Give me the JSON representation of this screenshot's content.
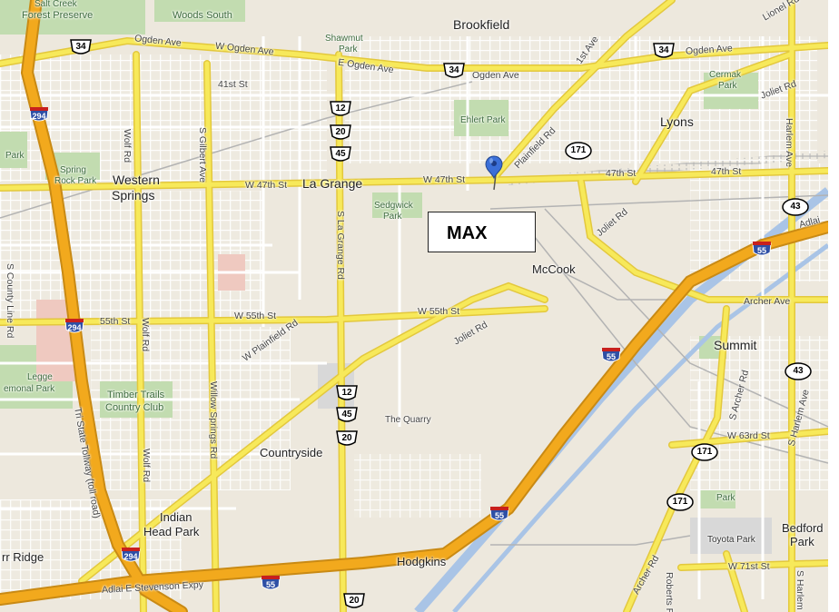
{
  "map": {
    "marker_label": "MAX",
    "colors": {
      "land": "#ede8dd",
      "minor_road": "#ffffff",
      "major_road": "#f7e95a",
      "highway": "#f2a91d",
      "park": "#c2dcb0",
      "water": "#a9c4e6",
      "railroad": "#b3b3b3",
      "marker": "#3b6fd8"
    },
    "towns": {
      "brookfield": "Brookfield",
      "lyons": "Lyons",
      "western_springs_1": "Western",
      "western_springs_2": "Springs",
      "la_grange": "La Grange",
      "mccook": "McCook",
      "summit": "Summit",
      "countryside": "Countryside",
      "indian_head_1": "Indian",
      "indian_head_2": "Head Park",
      "hodgkins": "Hodgkins",
      "bedford_1": "Bedford",
      "bedford_2": "Park",
      "burr_ridge": "rr Ridge"
    },
    "parks": {
      "salt_creek_1": "Salt Creek",
      "salt_creek_2": "Forest Preserve",
      "woods_south": "Woods South",
      "shawmut_1": "Shawmut",
      "shawmut_2": "Park",
      "ehlert": "Ehlert Park",
      "cermak_1": "Cermak",
      "cermak_2": "Park",
      "spring_rock_1": "Spring",
      "spring_rock_2": "Rock Park",
      "park_left": "Park",
      "sedgwick_1": "Sedgwick",
      "sedgwick_2": "Park",
      "legge_1": "Legge",
      "legge_2": "emonal Park",
      "timber_1": "Timber Trails",
      "timber_2": "Country Club",
      "quarry": "The Quarry",
      "toyota": "Toyota Park",
      "park_small": "Park"
    },
    "streets": {
      "ogden_1": "Ogden Ave",
      "w_ogden": "W Ogden Ave",
      "e_ogden": "E Ogden Ave",
      "ogden_2": "Ogden Ave",
      "ogden_3": "Ogden Ave",
      "first_ave": "1st Ave",
      "lionel": "Lionel Rd",
      "joliet_top": "Joliet Rd",
      "st41": "41st St",
      "wolf_1": "Wolf Rd",
      "gilbert": "S Gilbert Ave",
      "plainfield_top": "Plainfield Rd",
      "harlem_top": "Harlem Ave",
      "w47_1": "W 47th St",
      "w47_2": "W 47th St",
      "st47_1": "47th St",
      "st47_2": "47th St",
      "joliet_mid": "Joliet Rd",
      "adlai_top": "Adlai",
      "la_grange_rd": "S La Grange Rd",
      "county_line": "S County Line Rd",
      "w55_1": "55th St",
      "w55_2": "W 55th St",
      "w55_3": "W 55th St",
      "archer_1": "Archer Ave",
      "wolf_2": "Wolf Rd",
      "w_plainfield": "W Plainfield Rd",
      "joliet_low": "Joliet Rd",
      "tri_state": "Tri State Tollway (toll road)",
      "willow": "Willow Springs Rd",
      "wolf_3": "Wolf Rd",
      "s_archer": "S Archer Rd",
      "w63": "W 63rd St",
      "s_harlem": "S Harlem Ave",
      "adlai_bottom": "Adlai E Stevenson Expy",
      "archer_2": "Archer Rd",
      "roberts": "Roberts Rd",
      "w71": "W 71st St",
      "s_harlem_2": "S Harlem"
    },
    "shields": {
      "us34_a": "34",
      "us34_b": "34",
      "us34_c": "34",
      "i294_a": "294",
      "i294_b": "294",
      "i294_c": "294",
      "us12_a": "12",
      "us20_a": "20",
      "us45_a": "45",
      "il171_a": "171",
      "il43_a": "43",
      "il43_b": "43",
      "i55_a": "55",
      "i55_b": "55",
      "i55_c": "55",
      "i55_d": "55",
      "us12_b": "12",
      "us45_b": "45",
      "us20_b": "20",
      "il171_b": "171",
      "il171_c": "171",
      "us20_c": "20"
    }
  }
}
